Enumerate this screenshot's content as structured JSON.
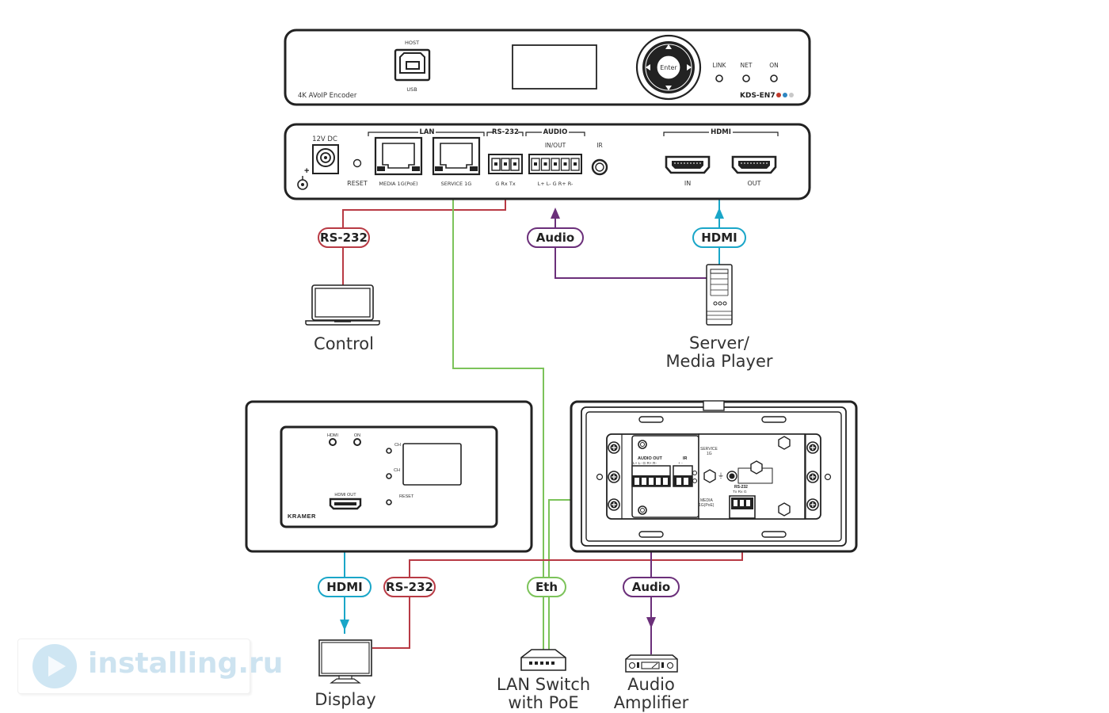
{
  "colors": {
    "rs232": "#b83a44",
    "audio": "#6b2f7a",
    "hdmi": "#1aa6c8",
    "ethernet": "#7cc35a",
    "device_stroke": "#222222",
    "model_dots": [
      "#c0392b",
      "#2e86c1",
      "#c8c8c8"
    ]
  },
  "encoder_front": {
    "title": "4K AVoIP Encoder",
    "usb_top_label": "HOST",
    "usb_bottom_label": "USB",
    "enter_label": "Enter",
    "leds": [
      "LINK",
      "NET",
      "ON"
    ],
    "model": "KDS-EN7"
  },
  "encoder_rear": {
    "power_label": "12V DC",
    "reset_label": "RESET",
    "lan_group": "LAN",
    "lan_media_label": "MEDIA  1G(PoE)",
    "lan_service_label": "SERVICE 1G",
    "rs232_group": "RS-232",
    "rs232_pins": "G  Rx Tx",
    "audio_group": "AUDIO",
    "audio_sub": "IN/OUT",
    "audio_pins": "L+  L-   G  R+  R-",
    "ir_label": "IR",
    "hdmi_group": "HDMI",
    "hdmi_in": "IN",
    "hdmi_out": "OUT"
  },
  "wallplate_front": {
    "led_labels": [
      "HDMI",
      "ON"
    ],
    "ch_labels": [
      "CH",
      "CH"
    ],
    "reset_label": "RESET",
    "hdmi_out_label": "HDMI OUT",
    "brand": "KRAMER"
  },
  "wallplate_rear": {
    "audio_out_label": "AUDIO OUT",
    "audio_out_pins": "L+  L-  G  R+  R-",
    "ir_label": "IR",
    "ir_pins": "+   -",
    "service_label": "SERVICE",
    "service_sub": "1G",
    "media_label": "MEDIA",
    "media_sub": "1G(PoE)",
    "rs232_label": "RS-232",
    "rs232_pins": "Tx Rx  G"
  },
  "cable_tags": {
    "top_rs232": "RS-232",
    "top_audio": "Audio",
    "top_hdmi": "HDMI",
    "bottom_hdmi": "HDMI",
    "bottom_rs232": "RS-232",
    "bottom_eth": "Eth",
    "bottom_audio": "Audio"
  },
  "peripherals": {
    "control": "Control",
    "server_line1": "Server/",
    "server_line2": "Media Player",
    "display": "Display",
    "lan_line1": "LAN Switch",
    "lan_line2": "with PoE",
    "amp_line1": "Audio",
    "amp_line2": "Amplifier"
  },
  "watermark": {
    "text": "installing.ru"
  }
}
